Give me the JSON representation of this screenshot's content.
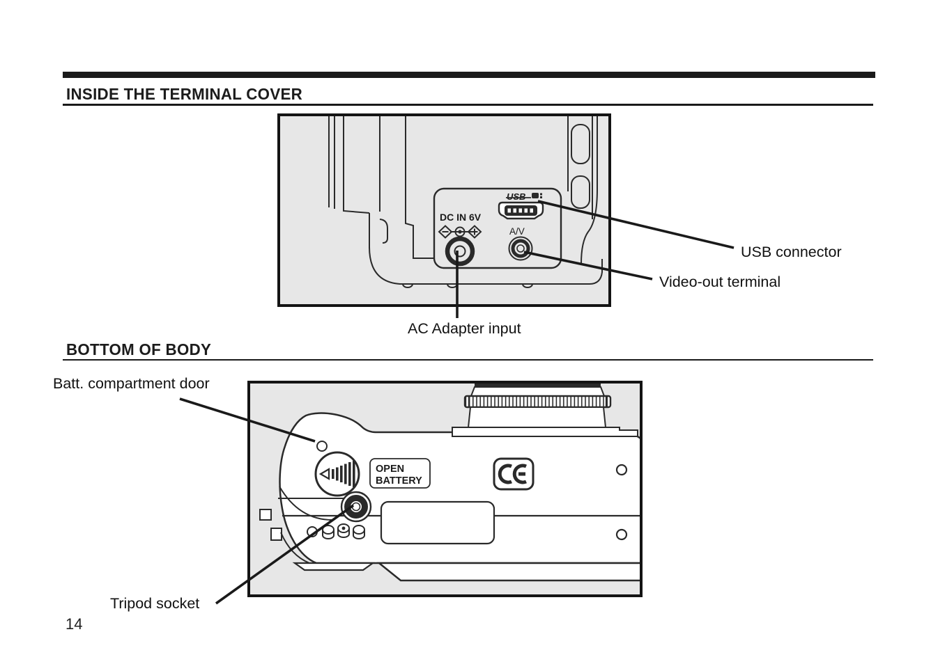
{
  "page_number": "14",
  "colors": {
    "diagram_background": "#e7e7e7",
    "line_art": "#2a2a2a",
    "rule_bar": "#1a1a1a",
    "paper": "#ffffff"
  },
  "sections": {
    "terminal": {
      "heading": "INSIDE THE TERMINAL COVER",
      "diagram": {
        "panel_labels": {
          "usb_logo": "USB",
          "dc_in": "DC IN 6V",
          "av": "A/V"
        },
        "callouts": {
          "usb": "USB connector",
          "video": "Video-out terminal",
          "ac": "AC Adapter input"
        }
      }
    },
    "bottom": {
      "heading": "BOTTOM OF BODY",
      "diagram": {
        "markings": {
          "open_battery_line1": "OPEN",
          "open_battery_line2": "BATTERY",
          "ce": "CE"
        },
        "callouts": {
          "battery_door": "Batt. compartment door",
          "tripod": "Tripod socket"
        }
      }
    }
  }
}
